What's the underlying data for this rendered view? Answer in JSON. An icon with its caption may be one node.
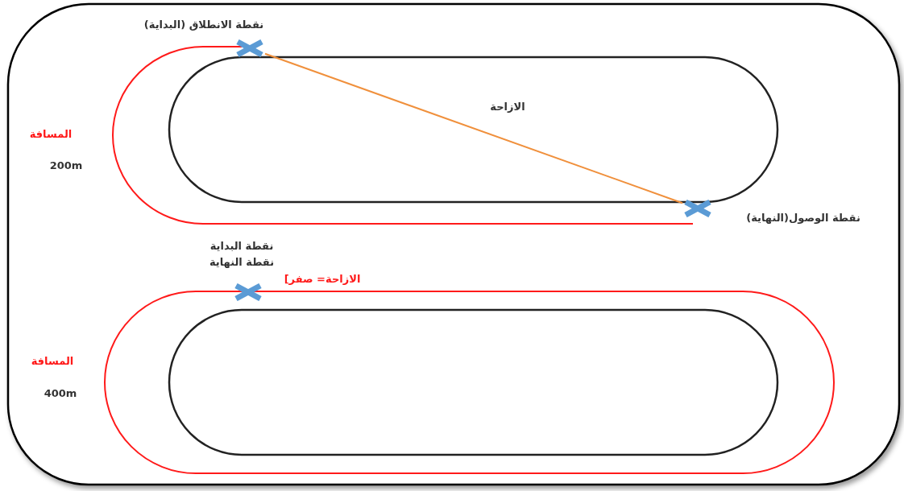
{
  "diagram": {
    "nodes": [
      {
        "text": [],
        "shape": "cross",
        "beside": [
          "نقطة الانطلاق (البداية)"
        ]
      },
      {
        "text": [],
        "shape": "cross",
        "beside": [
          "نقطة الوصول(النهاية)"
        ]
      },
      {
        "text": [],
        "shape": "cross",
        "beside": [
          "نقطة البداية",
          "نقطة النهاية"
        ]
      }
    ],
    "edges": [
      {
        "from": 0,
        "to": 1,
        "arrow": "none",
        "label": "الازاحة",
        "color": "#f0903c"
      }
    ],
    "labels": [
      "المسافة",
      "200m",
      "المسافة",
      "400m",
      "الازاحة= صفر]"
    ]
  }
}
